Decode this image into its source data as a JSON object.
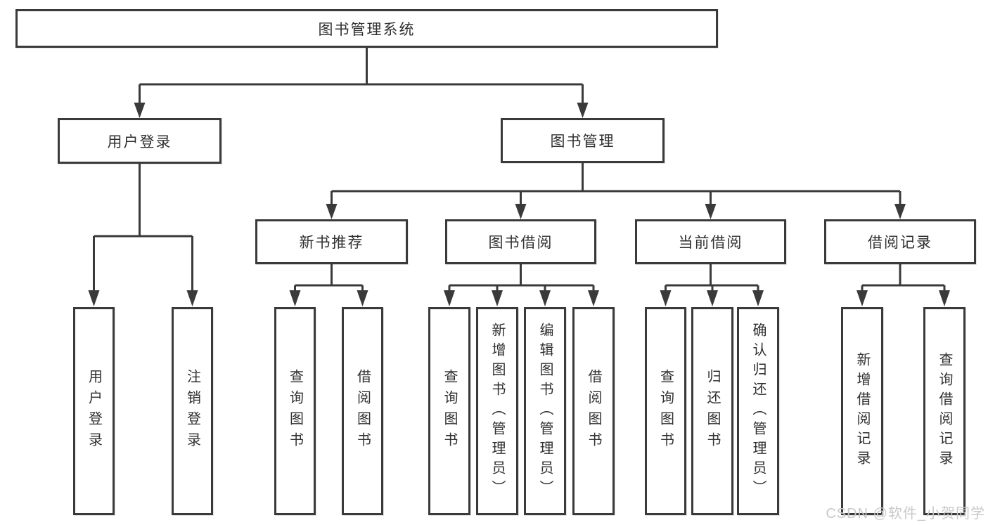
{
  "diagram": {
    "root": {
      "label": "图书管理系统"
    },
    "branches": [
      {
        "label": "用户登录",
        "children": [
          {
            "label": "用户登录"
          },
          {
            "label": "注销登录"
          }
        ]
      },
      {
        "label": "图书管理",
        "children": [
          {
            "label": "新书推荐",
            "children": [
              {
                "label": "查询图书"
              },
              {
                "label": "借阅图书"
              }
            ]
          },
          {
            "label": "图书借阅",
            "children": [
              {
                "label": "查询图书"
              },
              {
                "label": "新增图书（管理员）"
              },
              {
                "label": "编辑图书（管理员）"
              },
              {
                "label": "借阅图书"
              }
            ]
          },
          {
            "label": "当前借阅",
            "children": [
              {
                "label": "查询图书"
              },
              {
                "label": "归还图书"
              },
              {
                "label": "确认归还（管理员）"
              }
            ]
          },
          {
            "label": "借阅记录",
            "children": [
              {
                "label": "新增借阅记录"
              },
              {
                "label": "查询借阅记录"
              }
            ]
          }
        ]
      }
    ],
    "watermark": "CSDN @软件_小贺同学",
    "colors": {
      "line": "#3a3a3a",
      "box_fill": "#ffffff",
      "text": "#303030",
      "watermark": "#c9c9c9",
      "background": "#ffffff"
    }
  }
}
